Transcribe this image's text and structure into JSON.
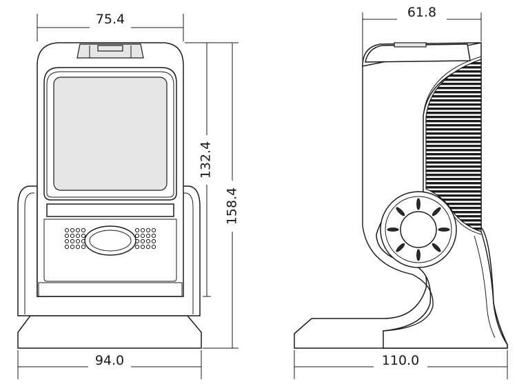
{
  "dimensions": {
    "front_top_width": "75.4",
    "front_base_width": "94.0",
    "front_window_height": "132.4",
    "front_total_height": "158.4",
    "side_top_depth": "61.8",
    "side_base_depth": "110.0"
  }
}
